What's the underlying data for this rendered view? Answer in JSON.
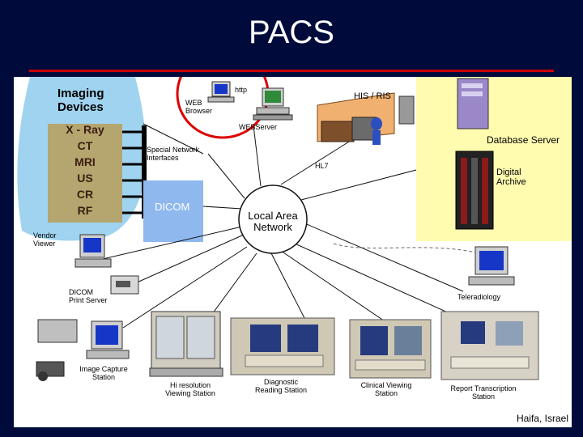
{
  "title": "PACS",
  "footer": "Haifa, Israel",
  "colors": {
    "background": "#000b3c",
    "accent_red": "#cc0000",
    "imaging_blob": "#9fd3ef",
    "database_box": "#fffcb0",
    "dicom_box": "#8eb8ee",
    "modality_strip": "#b5a56e"
  },
  "imaging": {
    "heading_line1": "Imaging",
    "heading_line2": "Devices",
    "modalities": [
      "X - Ray",
      "CT",
      "MRI",
      "US",
      "CR",
      "RF"
    ]
  },
  "web": {
    "browser_line1": "WEB",
    "browser_line2": "Browser",
    "http": "http",
    "server": "WEBServer"
  },
  "his_ris": "HIS / RIS",
  "database": {
    "server": "Database Server",
    "archive_line1": "Digital",
    "archive_line2": "Archive"
  },
  "interfaces": {
    "special_line1": "Special Network",
    "special_line2": "Interfaces",
    "dicom": "DICOM",
    "hl7": "HL7"
  },
  "lan": {
    "line1": "Local Area",
    "line2": "Network"
  },
  "vendor": {
    "line1": "Vendor",
    "line2": "Viewer"
  },
  "print_server": {
    "line1": "DICOM",
    "line2": "Print Server"
  },
  "teleradiology": "Teleradiology",
  "stations": {
    "capture": {
      "line1": "Image Capture",
      "line2": "Station"
    },
    "hires": {
      "line1": "Hi resolution",
      "line2": "Viewing Station"
    },
    "diagnostic": {
      "line1": "Diagnostic",
      "line2": "Reading Station"
    },
    "clinical": {
      "line1": "Clinical Viewing",
      "line2": "Station"
    },
    "report": {
      "line1": "Report Transcription",
      "line2": "Station"
    }
  }
}
